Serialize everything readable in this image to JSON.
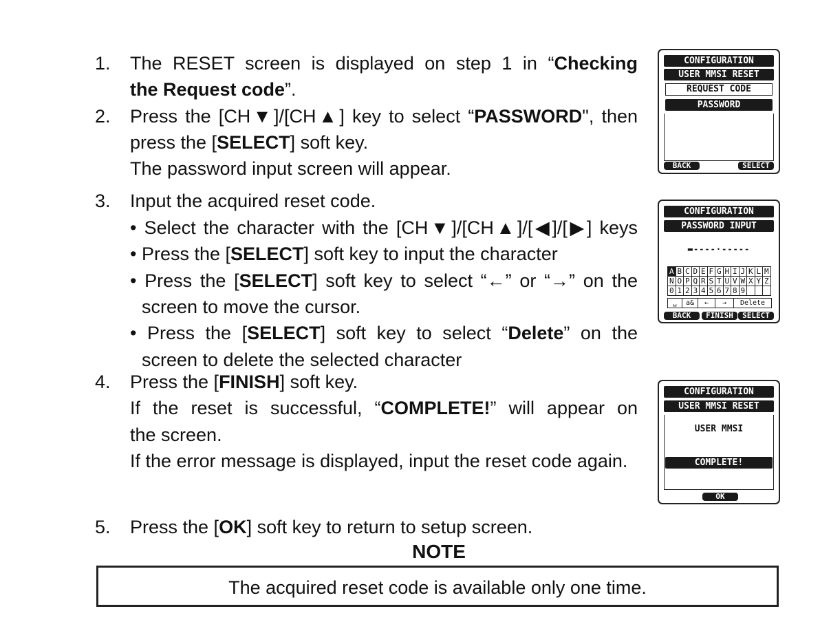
{
  "steps": {
    "s1": {
      "num": "1.",
      "a": "The RESET screen is displayed on step 1 in “",
      "b": "Checking",
      "c": "the Request code",
      "d": "”."
    },
    "s2": {
      "num": "2.",
      "a": "Press the [CH▼]/[CH▲] key to select “",
      "b": "PASSWORD",
      "c": "\", then",
      "d": "press the [",
      "e": "SELECT",
      "f": "] soft key.",
      "g": "The password input screen will appear."
    },
    "s3": {
      "num": "3.",
      "a": "Input the acquired reset code.",
      "b1": "• Select the character with the [CH▼]/[CH▲]/[◀]/[▶] keys",
      "b2a": "• Press the [",
      "b2b": "SELECT",
      "b2c": "] soft key to input the character",
      "b3a": "• Press the [",
      "b3b": "SELECT",
      "b3c": "] soft key to select “←” or “→” on the",
      "b3d": "screen to move the cursor.",
      "b4a": "• Press the [",
      "b4b": "SELECT",
      "b4c": "] soft key to select “",
      "b4d": "Delete",
      "b4e": "” on the",
      "b4f": "screen to delete the selected character"
    },
    "s4": {
      "num": "4.",
      "a": "Press the [",
      "b": "FINISH",
      "c": "] soft key.",
      "d": "If the reset is successful, “",
      "e": "COMPLETE!",
      "f": "” will appear on",
      "g": "the screen.",
      "h": "If the error message is displayed, input the reset code again."
    },
    "s5": {
      "num": "5.",
      "a": "Press the [",
      "b": "OK",
      "c": "] soft key to return to setup screen."
    }
  },
  "note": {
    "title": "NOTE",
    "text": "The acquired reset code is available only one time."
  },
  "screen1": {
    "header": "CONFIGURATION",
    "title": "USER MMSI RESET",
    "opt1": "REQUEST CODE",
    "opt2": "PASSWORD",
    "left_key": "BACK",
    "right_key": "SELECT"
  },
  "screen2": {
    "header": "CONFIGURATION",
    "title": "PASSWORD INPUT",
    "entry": "▬----·-----",
    "rows": [
      [
        "A",
        "B",
        "C",
        "D",
        "E",
        "F",
        "G",
        "H",
        "I",
        "J",
        "K",
        "L",
        "M"
      ],
      [
        "N",
        "O",
        "P",
        "Q",
        "R",
        "S",
        "T",
        "U",
        "V",
        "W",
        "X",
        "Y",
        "Z"
      ],
      [
        "0",
        "1",
        "2",
        "3",
        "4",
        "5",
        "6",
        "7",
        "8",
        "9",
        "",
        "",
        ""
      ]
    ],
    "bottom": {
      "space": "␣",
      "case": "a&",
      "left": "←",
      "right": "→",
      "delete": "Delete"
    },
    "left_key": "BACK",
    "mid_key": "FINISH",
    "right_key": "SELECT"
  },
  "screen3": {
    "header": "CONFIGURATION",
    "title": "USER MMSI RESET",
    "label": "USER MMSI",
    "status": "COMPLETE!",
    "key": "OK"
  }
}
